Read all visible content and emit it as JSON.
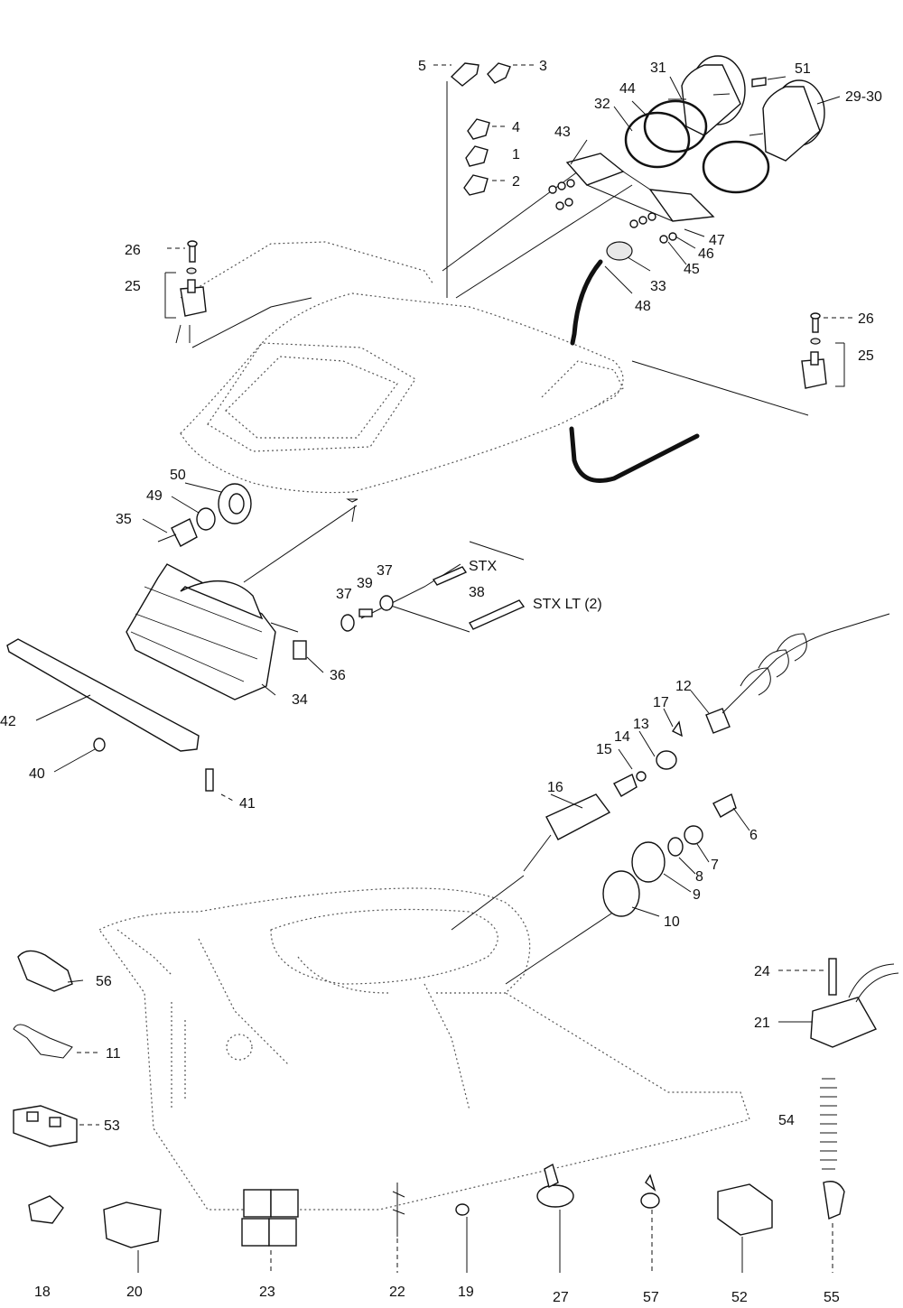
{
  "callouts": {
    "c1": "1",
    "c2": "2",
    "c3": "3",
    "c4": "4",
    "c5": "5",
    "c6": "6",
    "c7": "7",
    "c8": "8",
    "c9": "9",
    "c10": "10",
    "c11": "11",
    "c12": "12",
    "c13": "13",
    "c14": "14",
    "c15": "15",
    "c16": "16",
    "c17": "17",
    "c18": "18",
    "c19": "19",
    "c20": "20",
    "c21": "21",
    "c22": "22",
    "c23": "23",
    "c24": "24",
    "c25a": "25",
    "c25b": "25",
    "c26a": "26",
    "c26b": "26",
    "c27": "27",
    "c2930": "29-30",
    "c31": "31",
    "c32": "32",
    "c33": "33",
    "c34": "34",
    "c35": "35",
    "c36": "36",
    "c37a": "37",
    "c37b": "37",
    "c38": "38",
    "c39": "39",
    "c40": "40",
    "c41": "41",
    "c42": "42",
    "c43": "43",
    "c44": "44",
    "c45": "45",
    "c46": "46",
    "c47": "47",
    "c48": "48",
    "c49": "49",
    "c50": "50",
    "c51": "51",
    "c52": "52",
    "c53": "53",
    "c54": "54",
    "c55": "55",
    "c56": "56",
    "c57": "57",
    "stx": "STX",
    "stx_lt": "STX LT (2)"
  }
}
